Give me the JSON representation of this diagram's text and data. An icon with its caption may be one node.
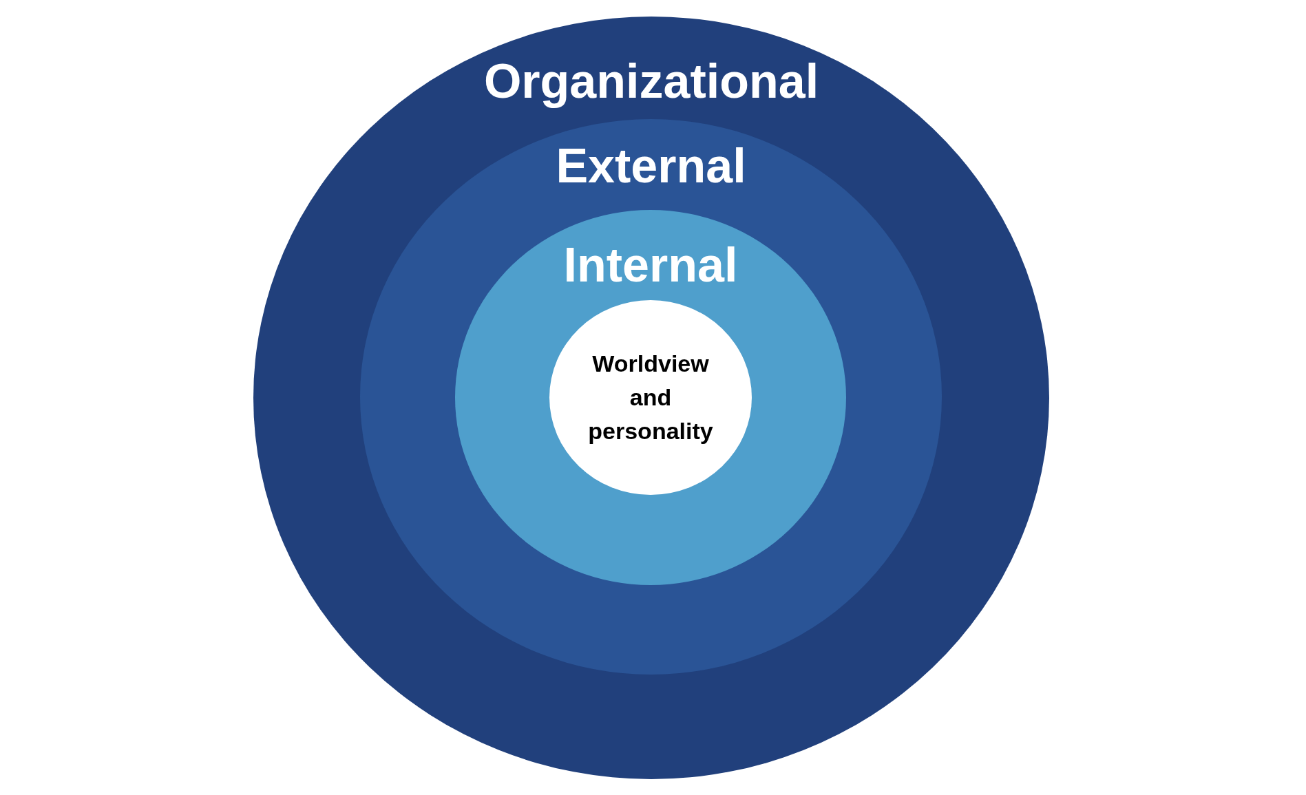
{
  "diagram": {
    "nodes": [
      {
        "text": [
          "Organizational"
        ]
      },
      {
        "text": [
          "External"
        ],
        "in": 0
      },
      {
        "text": [
          "Internal"
        ],
        "in": 1
      },
      {
        "text": [
          "Worldview and personality"
        ],
        "in": 2
      }
    ]
  }
}
